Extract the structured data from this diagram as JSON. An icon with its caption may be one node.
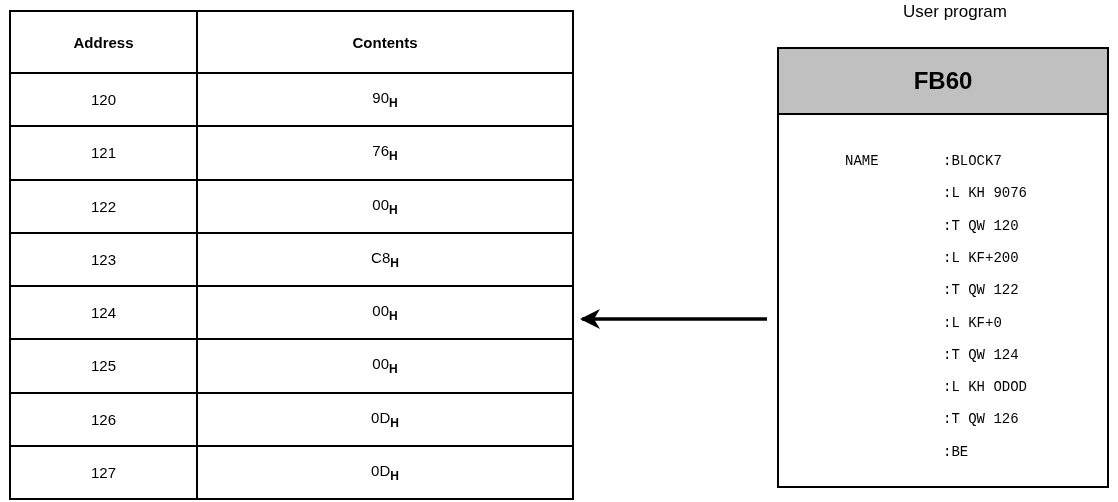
{
  "diagram": {
    "nodes": [
      {
        "text": [],
        "shape": "box"
      },
      {
        "text": [
          "FB60",
          "NAME",
          ":BLOCK7",
          ":L KH 9076",
          ":T QW 120",
          ":L KF+200",
          ":T QW 122",
          ":L KF+0",
          ":T QW 124",
          ":L KH ODOD",
          ":T QW 126",
          ":BE"
        ],
        "beside": [
          "User program"
        ]
      }
    ],
    "edges": [
      {
        "from": 1,
        "to": 0,
        "arrow": "to"
      }
    ],
    "labels": [
      "Address",
      "Contents",
      "120",
      "90$_{H}$",
      "121",
      "76$_{H}$",
      "122",
      "00$_{H}$",
      "123",
      "C8$_{H}$",
      "124",
      "00$_{H}$",
      "125",
      "00$_{H}$",
      "126",
      "0D$_{H}$",
      "127",
      "0D$_{H}$"
    ]
  }
}
